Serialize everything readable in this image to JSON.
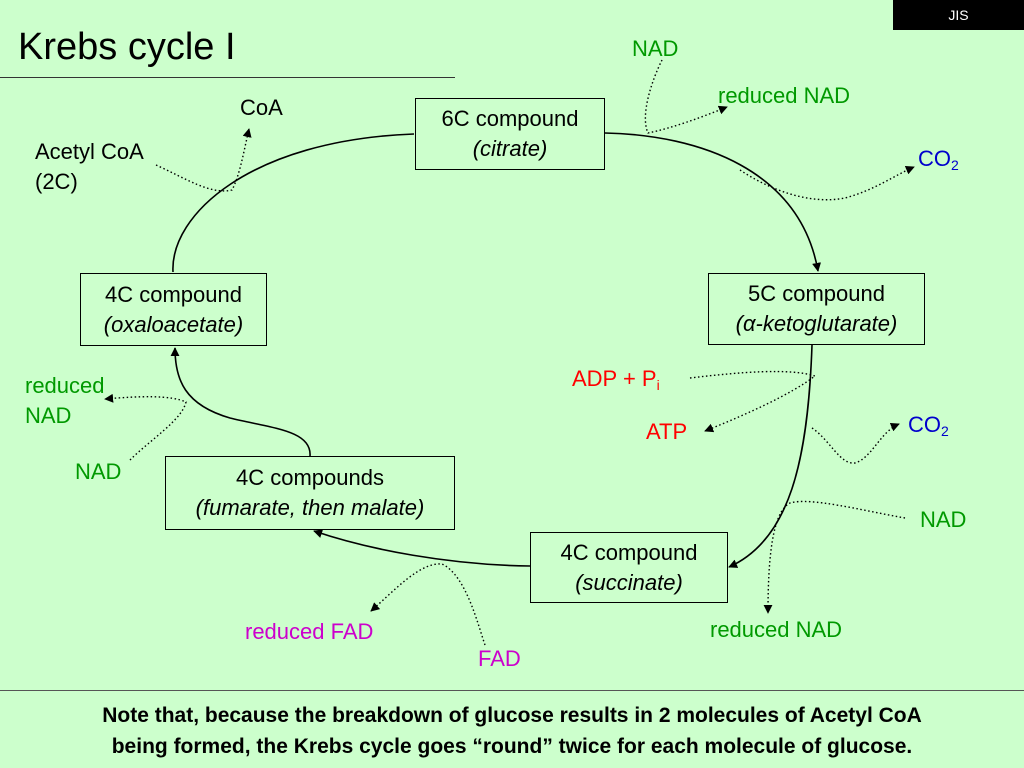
{
  "slide": {
    "badge": "JIS",
    "title": "Krebs cycle I"
  },
  "compounds": {
    "citrate": {
      "name": "6C compound",
      "detail": "(citrate)"
    },
    "alpha_ketoglutarate": {
      "name": "5C compound",
      "detail": "(α-ketoglutarate)"
    },
    "succinate": {
      "name": "4C compound",
      "detail": "(succinate)"
    },
    "fumarate_malate": {
      "name": "4C compounds",
      "detail": "(fumarate, then malate)"
    },
    "oxaloacetate": {
      "name": "4C compound",
      "detail": "(oxaloacetate)"
    }
  },
  "labels": {
    "acetyl_coa": {
      "lines": [
        "Acetyl CoA",
        "(2C)"
      ]
    },
    "coa": "CoA",
    "nad_top": "NAD",
    "reduced_nad_top": "reduced NAD",
    "co2_top": {
      "text": "CO",
      "sub": "2"
    },
    "adp_pi": {
      "text": "ADP + P",
      "sub": "i"
    },
    "atp": "ATP",
    "co2_mid": {
      "text": "CO",
      "sub": "2"
    },
    "nad_right": "NAD",
    "reduced_nad_bottom": "reduced NAD",
    "fad": "FAD",
    "reduced_fad": "reduced FAD",
    "nad_left": "NAD",
    "reduced_nad_left": {
      "lines": [
        "reduced",
        "NAD"
      ]
    }
  },
  "note": {
    "lines": [
      "Note that, because the breakdown of glucose results in 2 molecules of Acetyl CoA",
      "being formed, the Krebs cycle goes “round” twice for each molecule of glucose."
    ]
  },
  "colors": {
    "background": "#ccffcc",
    "nad": "#009900",
    "co2": "#0000cc",
    "atp": "#ff0000",
    "fad": "#cc00cc",
    "text": "#000000",
    "badge_bg": "#000000",
    "badge_text": "#ffffff"
  }
}
